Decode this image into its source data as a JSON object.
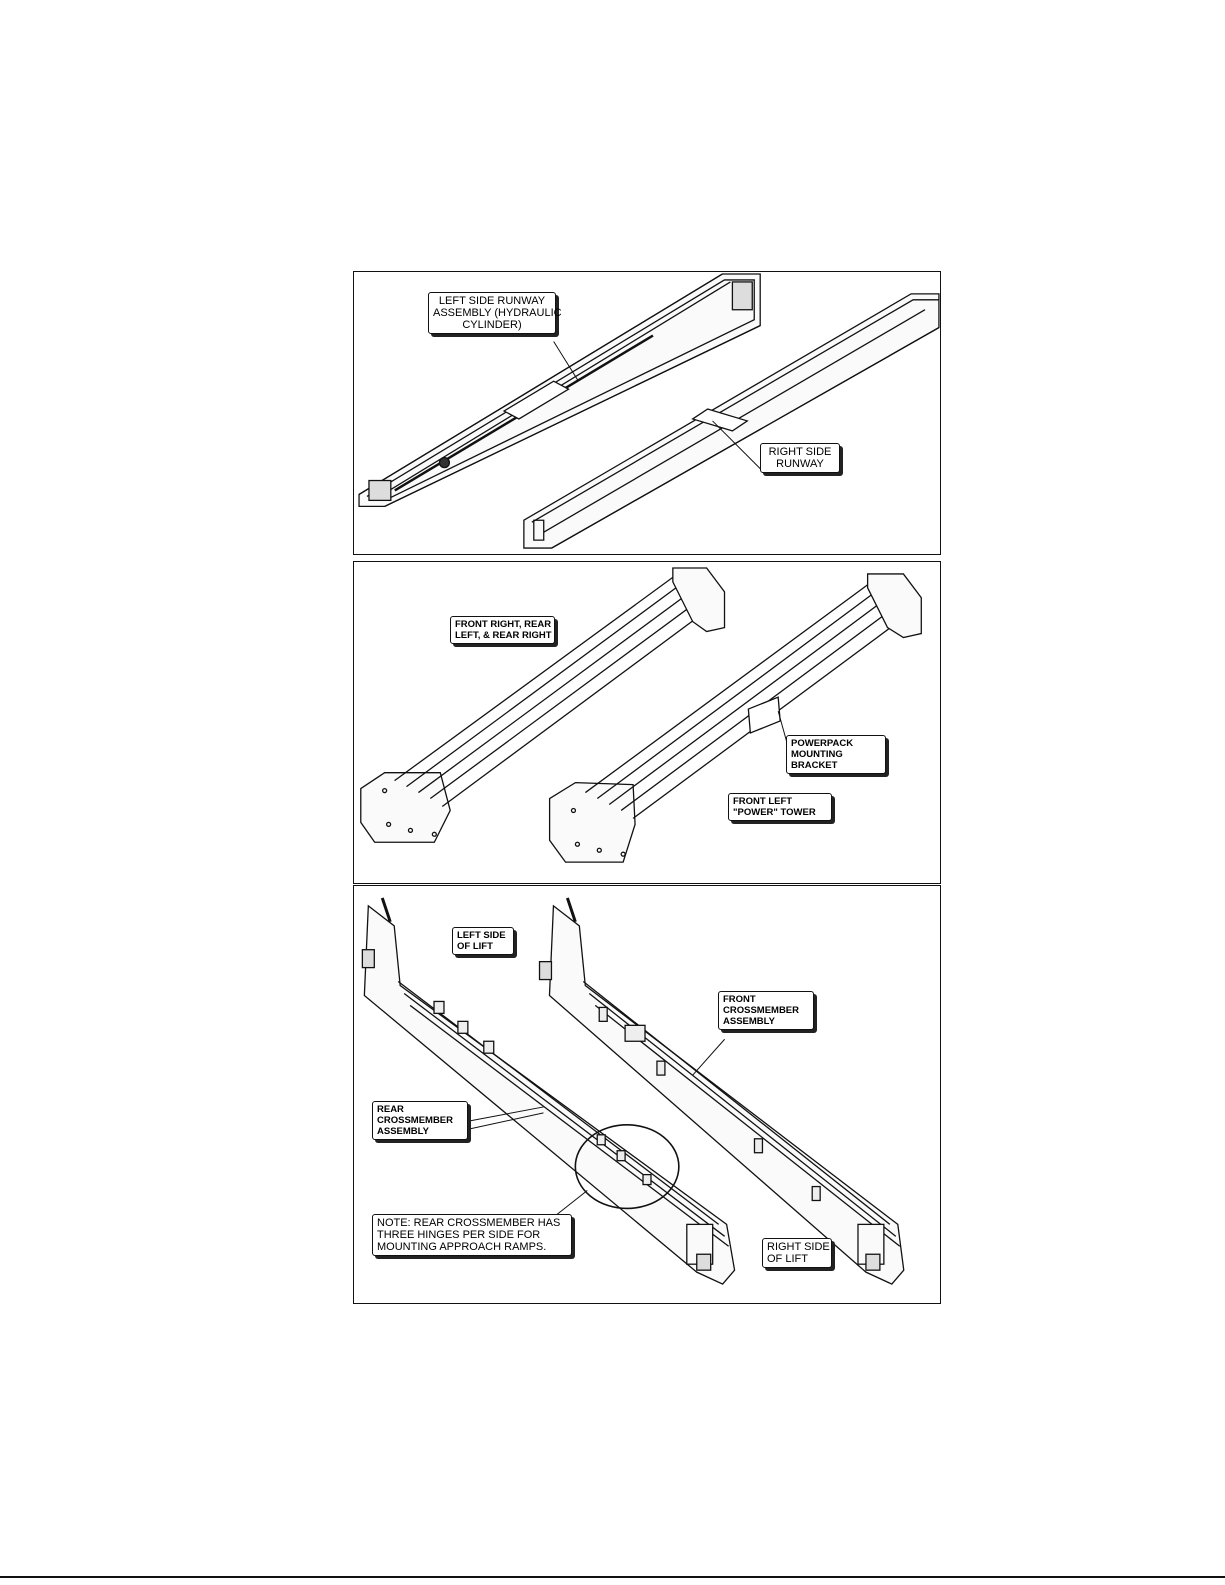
{
  "panels": [
    {
      "name": "runway-assemblies",
      "callouts": {
        "left_runway": [
          "LEFT SIDE RUNWAY",
          "ASSEMBLY (HYDRAULIC",
          "CYLINDER)"
        ],
        "right_runway": [
          "RIGHT SIDE",
          "RUNWAY"
        ]
      }
    },
    {
      "name": "towers",
      "callouts": {
        "towers_list": [
          "FRONT RIGHT, REAR",
          "LEFT, & REAR RIGHT"
        ],
        "powerpack_bracket": [
          "POWERPACK",
          "MOUNTING",
          "BRACKET"
        ],
        "power_tower": [
          "FRONT LEFT",
          "\"POWER\" TOWER"
        ]
      }
    },
    {
      "name": "crossmembers",
      "callouts": {
        "left_side": [
          "LEFT SIDE",
          "OF LIFT"
        ],
        "front_crossmember": [
          "FRONT",
          "CROSSMEMBER",
          "ASSEMBLY"
        ],
        "rear_crossmember": [
          "REAR",
          "CROSSMEMBER",
          "ASSEMBLY"
        ],
        "note": [
          "NOTE: REAR CROSSMEMBER HAS",
          "THREE HINGES PER SIDE FOR",
          "MOUNTING APPROACH RAMPS."
        ],
        "right_side": [
          "RIGHT SIDE",
          "OF LIFT"
        ]
      }
    }
  ]
}
